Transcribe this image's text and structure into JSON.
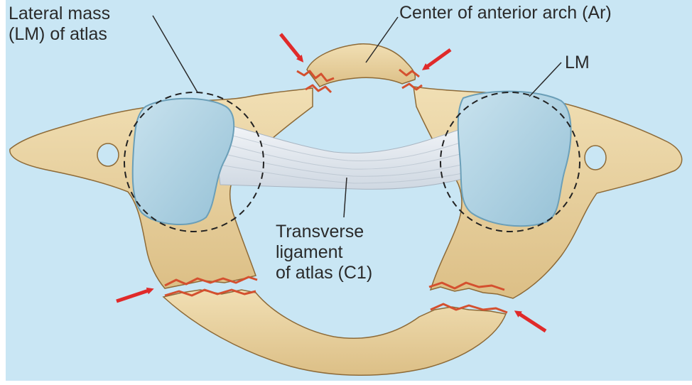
{
  "labels": {
    "lateral_mass": [
      "Lateral mass",
      "(LM) of atlas"
    ],
    "anterior_arch": "Center of anterior arch (Ar)",
    "lm_right": "LM",
    "transverse_ligament": [
      "Transverse",
      "ligament",
      "of atlas (C1)"
    ]
  },
  "colors": {
    "background": "#c9e6f4",
    "bone": "#e7cf9d",
    "bone_shadow": "#c9a66a",
    "bone_outline": "#8d6a37",
    "articular_facet": "#a9cfe0",
    "facet_edge": "#6b9fb8",
    "ligament": "#e4eaf0",
    "fracture": "#d4502f",
    "arrow": "#e02a2a"
  },
  "icons": [
    "fracture-arrow-icon"
  ]
}
